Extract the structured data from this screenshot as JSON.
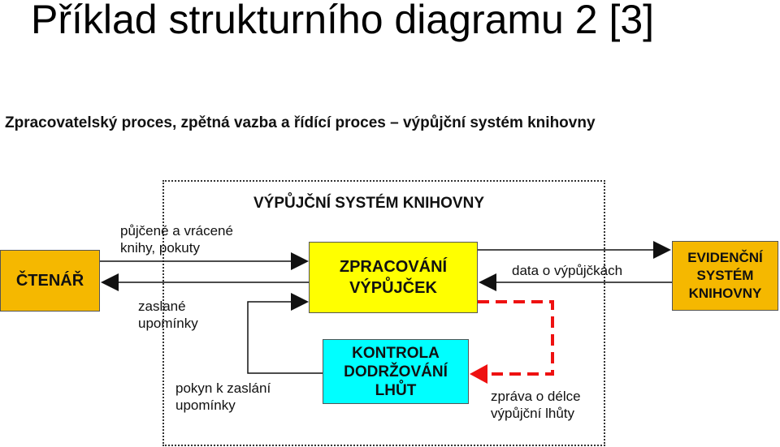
{
  "slide": {
    "title": "Příklad strukturního diagramu 2 [3]",
    "subtitle": "Zpracovatelský proces, zpětná vazba a řídící proces – výpůjční systém knihovny"
  },
  "diagram": {
    "frame_title": "VÝPŮJČNÍ SYSTÉM KNIHOVNY",
    "nodes": {
      "reader": {
        "label": "ČTENÁŘ",
        "color": "#f5b800"
      },
      "processing": {
        "label": "ZPRACOVÁNÍ\nVÝPŮJČEK",
        "color": "#ffff00"
      },
      "control": {
        "label": "KONTROLA\nDODRŽOVÁNÍ\nLHŮT",
        "color": "#00ffff"
      },
      "evidence": {
        "label": "EVIDENČNÍ\nSYSTÉM\nKNIHOVNY",
        "color": "#f5b800"
      }
    },
    "edge_labels": {
      "borrowed_returned": "půjčené a vrácené\nknihy, pokuty",
      "sent_reminders": "zaslané\nupomínky",
      "loan_data": "data o výpůjčkách",
      "reminder_instruction": "pokyn k zaslání\nupomínky",
      "loan_duration_message": "zpráva o délce\nvýpůjční lhůty"
    },
    "feedback_color": "#ee1111"
  }
}
